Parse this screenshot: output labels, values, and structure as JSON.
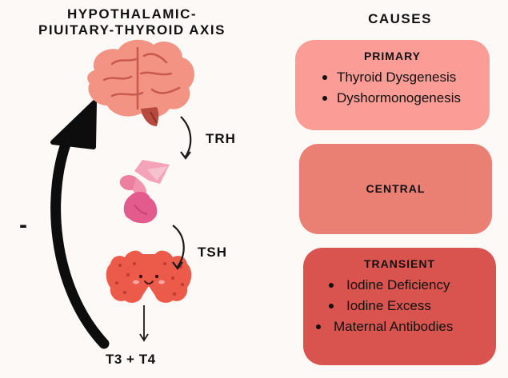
{
  "left_title": {
    "line1": "HYPOTHALAMIC-",
    "line2": "PIUITARY-THYROID AXIS"
  },
  "causes_title": "CAUSES",
  "axis_labels": {
    "trh": "TRH",
    "tsh": "TSH",
    "hormones": "T3 + T4",
    "feedback": "-"
  },
  "cards": {
    "primary": {
      "title": "PRIMARY",
      "items": [
        "Thyroid Dysgenesis",
        "Dyshormonogenesis"
      ],
      "color": "#fb9c96"
    },
    "central": {
      "title": "CENTRAL",
      "color": "#ea7f74"
    },
    "transient": {
      "title": "TRANSIENT",
      "items": [
        "Iodine Deficiency",
        "Iodine Excess",
        "Maternal Antibodies"
      ],
      "color": "#d9544f"
    }
  },
  "icons": [
    "brain-icon",
    "pituitary-icon",
    "thyroid-icon"
  ]
}
